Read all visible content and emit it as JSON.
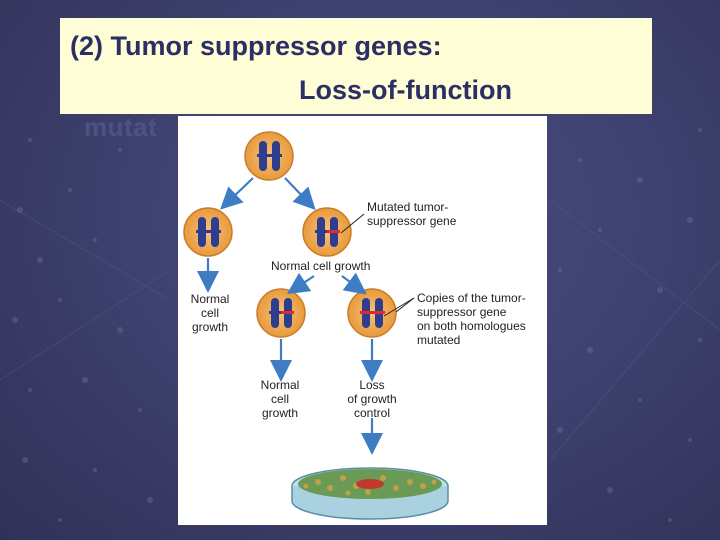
{
  "slide": {
    "title_line1": "(2) Tumor suppressor genes:",
    "title_line2": "Loss-of-function",
    "ghost_word": "mutat"
  },
  "diagram": {
    "labels": {
      "mutated_gene": "Mutated tumor-\nsuppressor gene",
      "normal_growth_mid": "Normal cell growth",
      "normal_growth_left": "Normal\ncell\ngrowth",
      "copies_mutated": "Copies of the tumor-\nsuppressor gene\non both homologues\nmutated",
      "normal_growth_bottom": "Normal\ncell\ngrowth",
      "loss_control": "Loss\nof growth\ncontrol"
    }
  }
}
